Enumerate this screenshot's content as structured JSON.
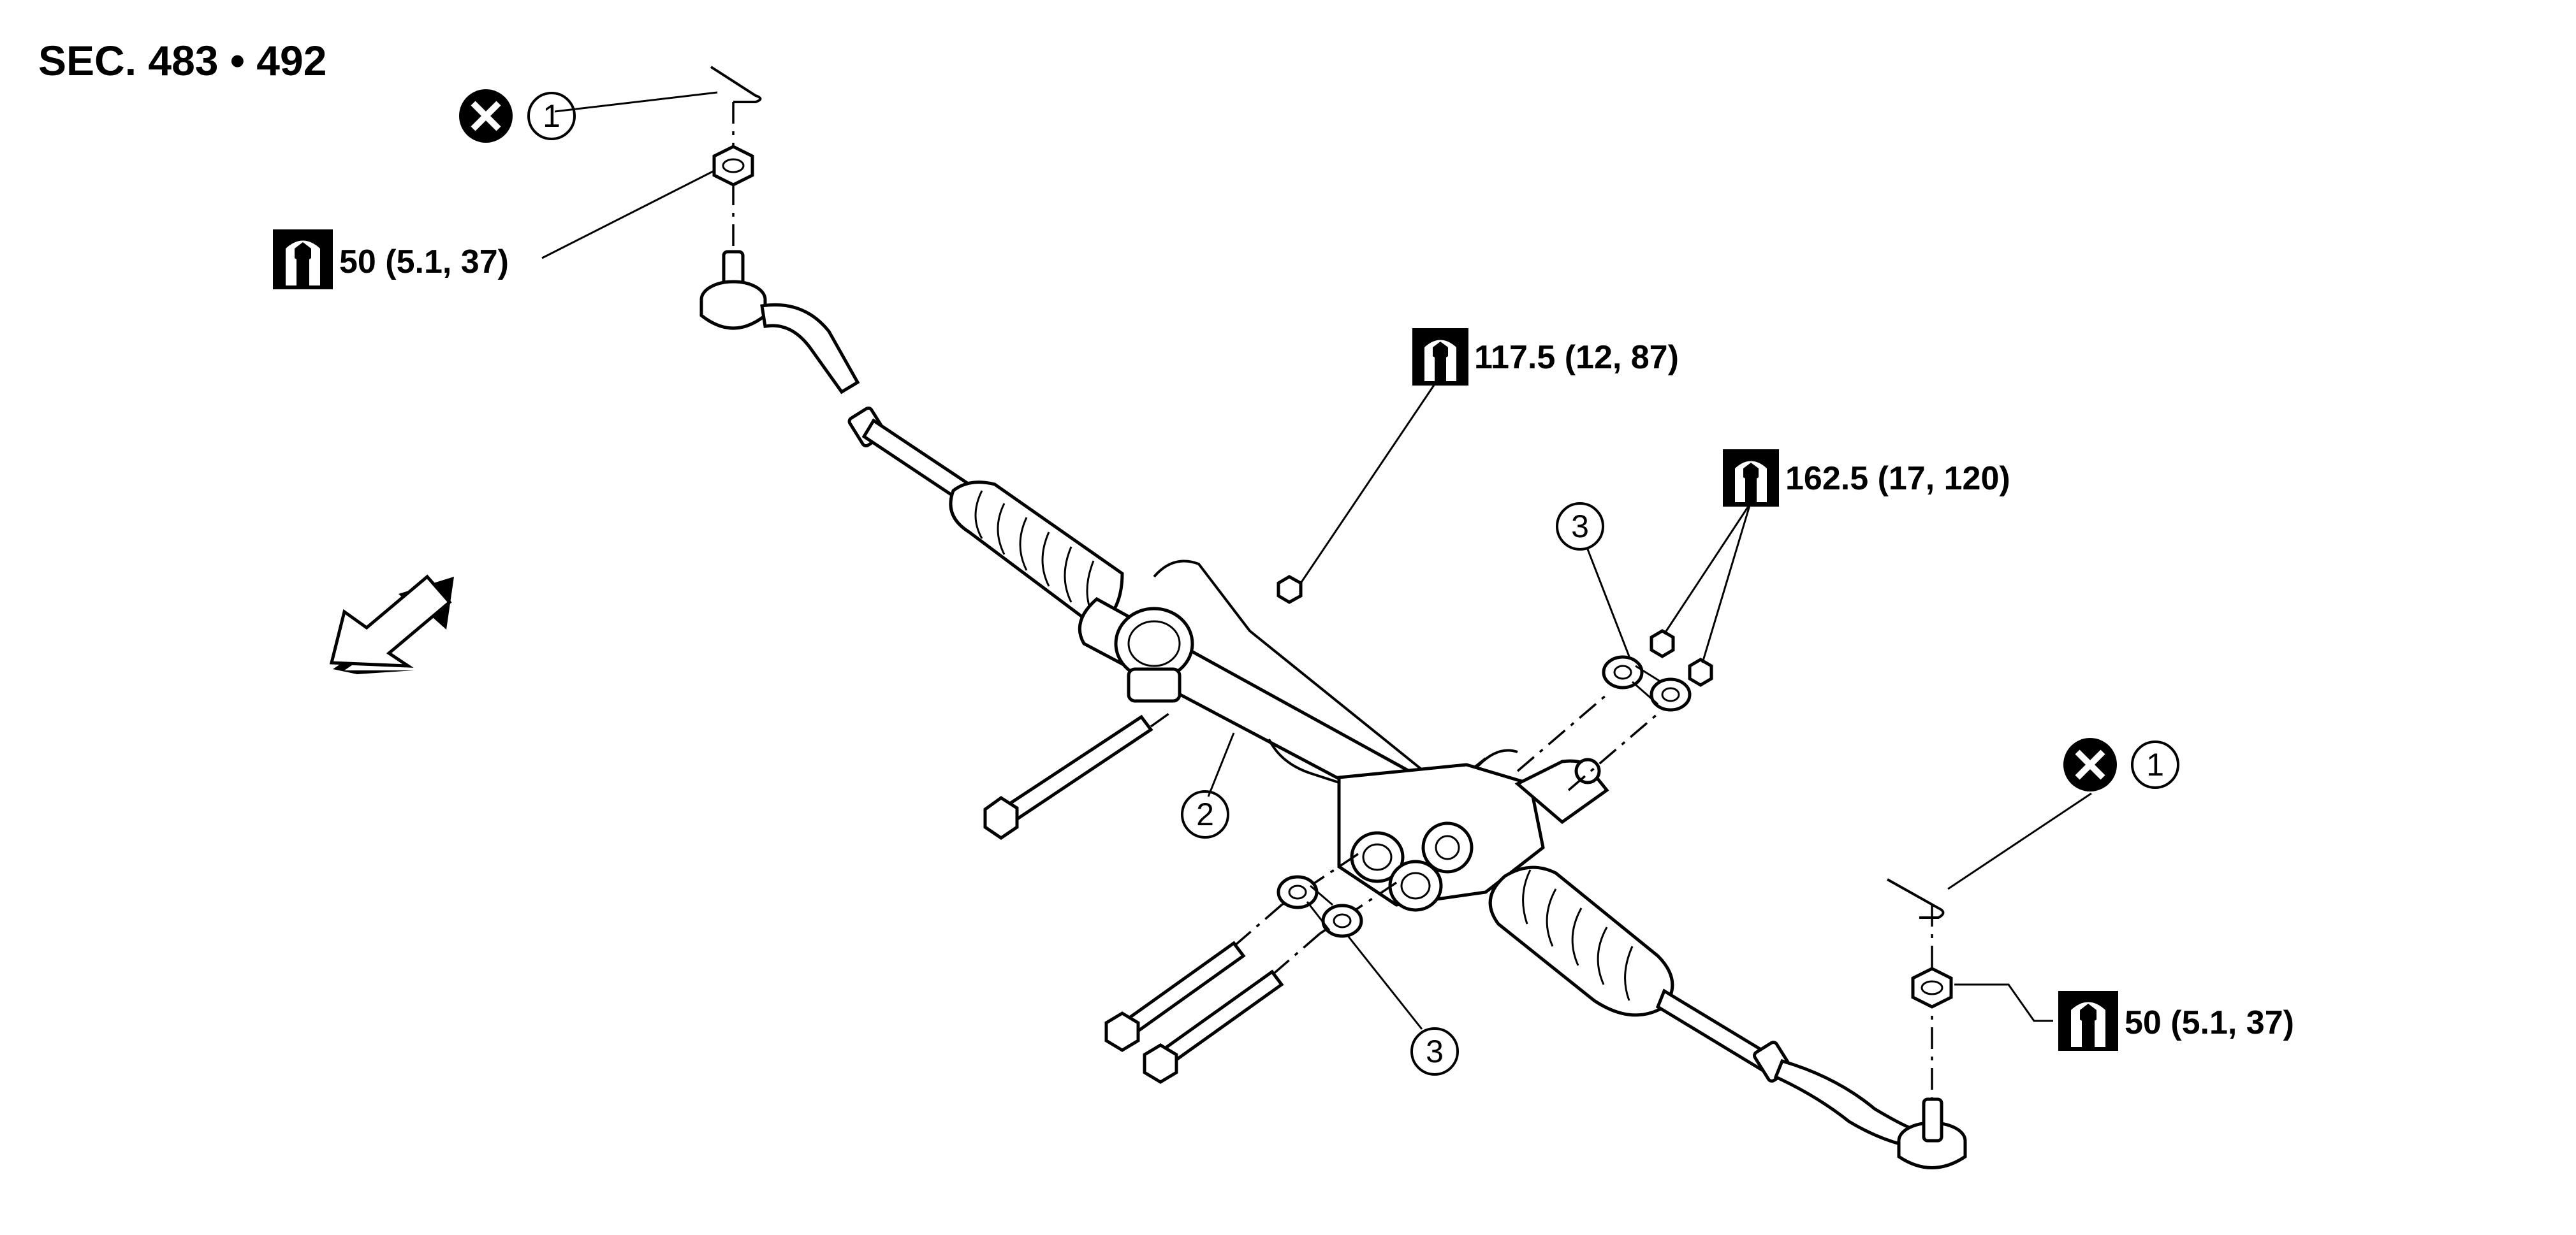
{
  "section_ref": "SEC. 483 • 492",
  "torque_specs": {
    "tie_rod_nut_left": "50 (5.1, 37)",
    "tie_rod_nut_right": "50 (5.1, 37)",
    "line_fitting": "117.5 (12, 87)",
    "mount_nuts": "162.5 (17, 120)"
  },
  "callouts": {
    "tie_rod_nut": "1",
    "steering_gear": "2",
    "mount_washer": "3"
  },
  "icons": [
    "do-not-reuse-icon",
    "torque-wrench-icon",
    "front-direction-arrow-icon"
  ],
  "colors": {
    "ink": "#000000",
    "background": "#ffffff"
  }
}
